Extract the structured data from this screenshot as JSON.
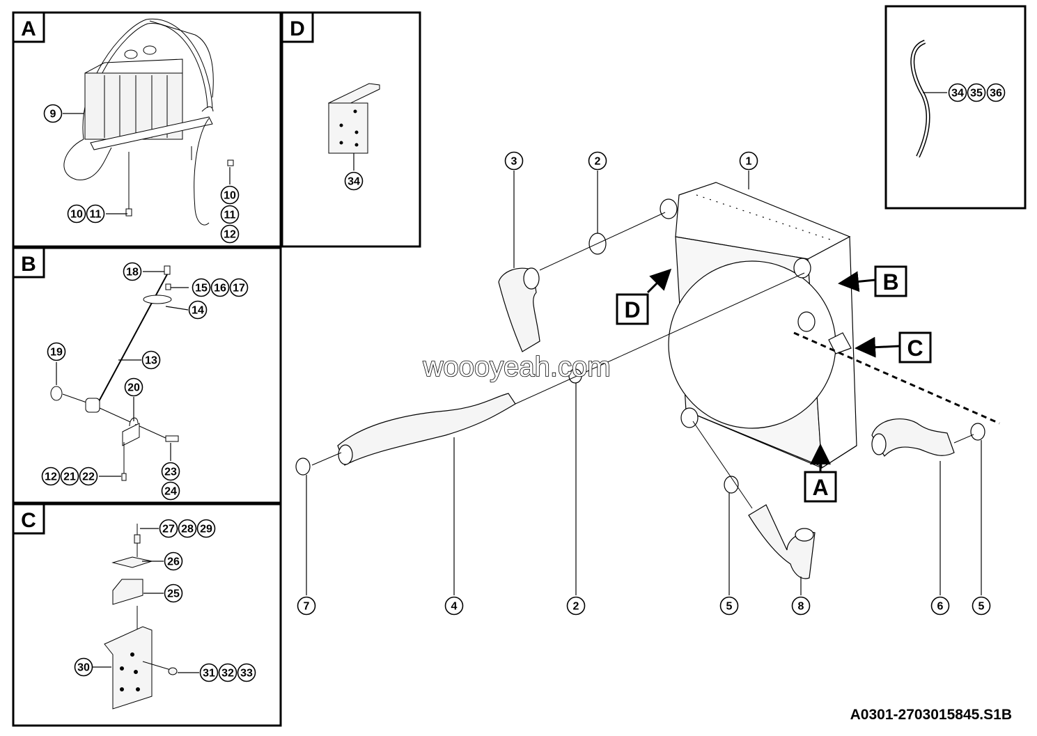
{
  "diagram": {
    "sections": [
      {
        "id": "A",
        "label": "A"
      },
      {
        "id": "B",
        "label": "B"
      },
      {
        "id": "C",
        "label": "C"
      },
      {
        "id": "D",
        "label": "D"
      }
    ],
    "callout_labels": {
      "A": "A",
      "B": "B",
      "C": "C",
      "D": "D"
    },
    "watermark": "woooyeah.com",
    "document_id": "A0301-2703015845.S1B",
    "part_numbers": {
      "p1": "1",
      "p2": "2",
      "p3": "3",
      "p4": "4",
      "p5": "5",
      "p6": "6",
      "p7": "7",
      "p8": "8",
      "p9": "9",
      "p10": "10",
      "p11": "11",
      "p12": "12",
      "p13": "13",
      "p14": "14",
      "p15": "15",
      "p16": "16",
      "p17": "17",
      "p18": "18",
      "p19": "19",
      "p20": "20",
      "p21": "21",
      "p22": "22",
      "p23": "23",
      "p24": "24",
      "p25": "25",
      "p26": "26",
      "p27": "27",
      "p28": "28",
      "p29": "29",
      "p30": "30",
      "p31": "31",
      "p32": "32",
      "p33": "33",
      "p34": "34",
      "p35": "35",
      "p36": "36"
    }
  }
}
